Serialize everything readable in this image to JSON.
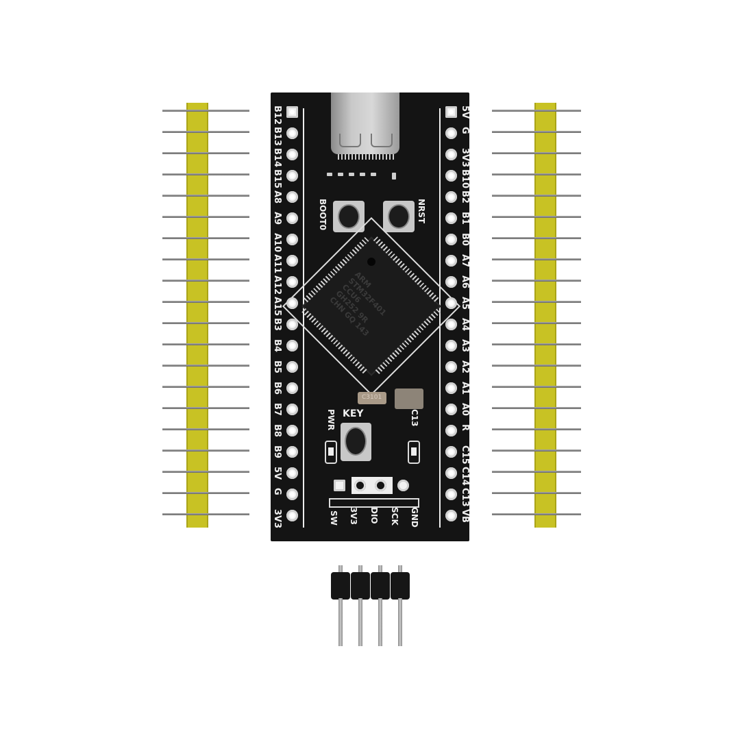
{
  "image": {
    "subject": "STM32F401 black pill development board with pin headers",
    "background": "#ffffff"
  },
  "board": {
    "color": "#141414",
    "chip_text": [
      "ARM",
      "STM32F401",
      "CCU6",
      "GH252 9R",
      "CHN GQ 143"
    ],
    "left_pins": [
      "B12",
      "B13",
      "B14",
      "B15",
      "A8",
      "A9",
      "A10",
      "A11",
      "A12",
      "A15",
      "B3",
      "B4",
      "B5",
      "B6",
      "B7",
      "B8",
      "B9",
      "5V",
      "G",
      "3V3"
    ],
    "right_pins": [
      "5V",
      "G",
      "3V3",
      "B10",
      "B2",
      "B1",
      "B0",
      "A7",
      "A6",
      "A5",
      "A4",
      "A3",
      "A2",
      "A1",
      "A0",
      "R",
      "C15",
      "C14",
      "C13",
      "VB"
    ],
    "buttons": {
      "boot": "BOOT0",
      "reset": "NRST",
      "key": "KEY"
    },
    "leds": {
      "power": "PWR",
      "user": "C13"
    },
    "crystal_label": "C3101",
    "swd_header": {
      "title": "SW",
      "pins": [
        "3V3",
        "DIO",
        "SCK",
        "GND"
      ]
    }
  },
  "accessories": {
    "header_strip_color": "#c8c224",
    "pin_count_per_strip": 20,
    "male_header_pins": 4
  }
}
